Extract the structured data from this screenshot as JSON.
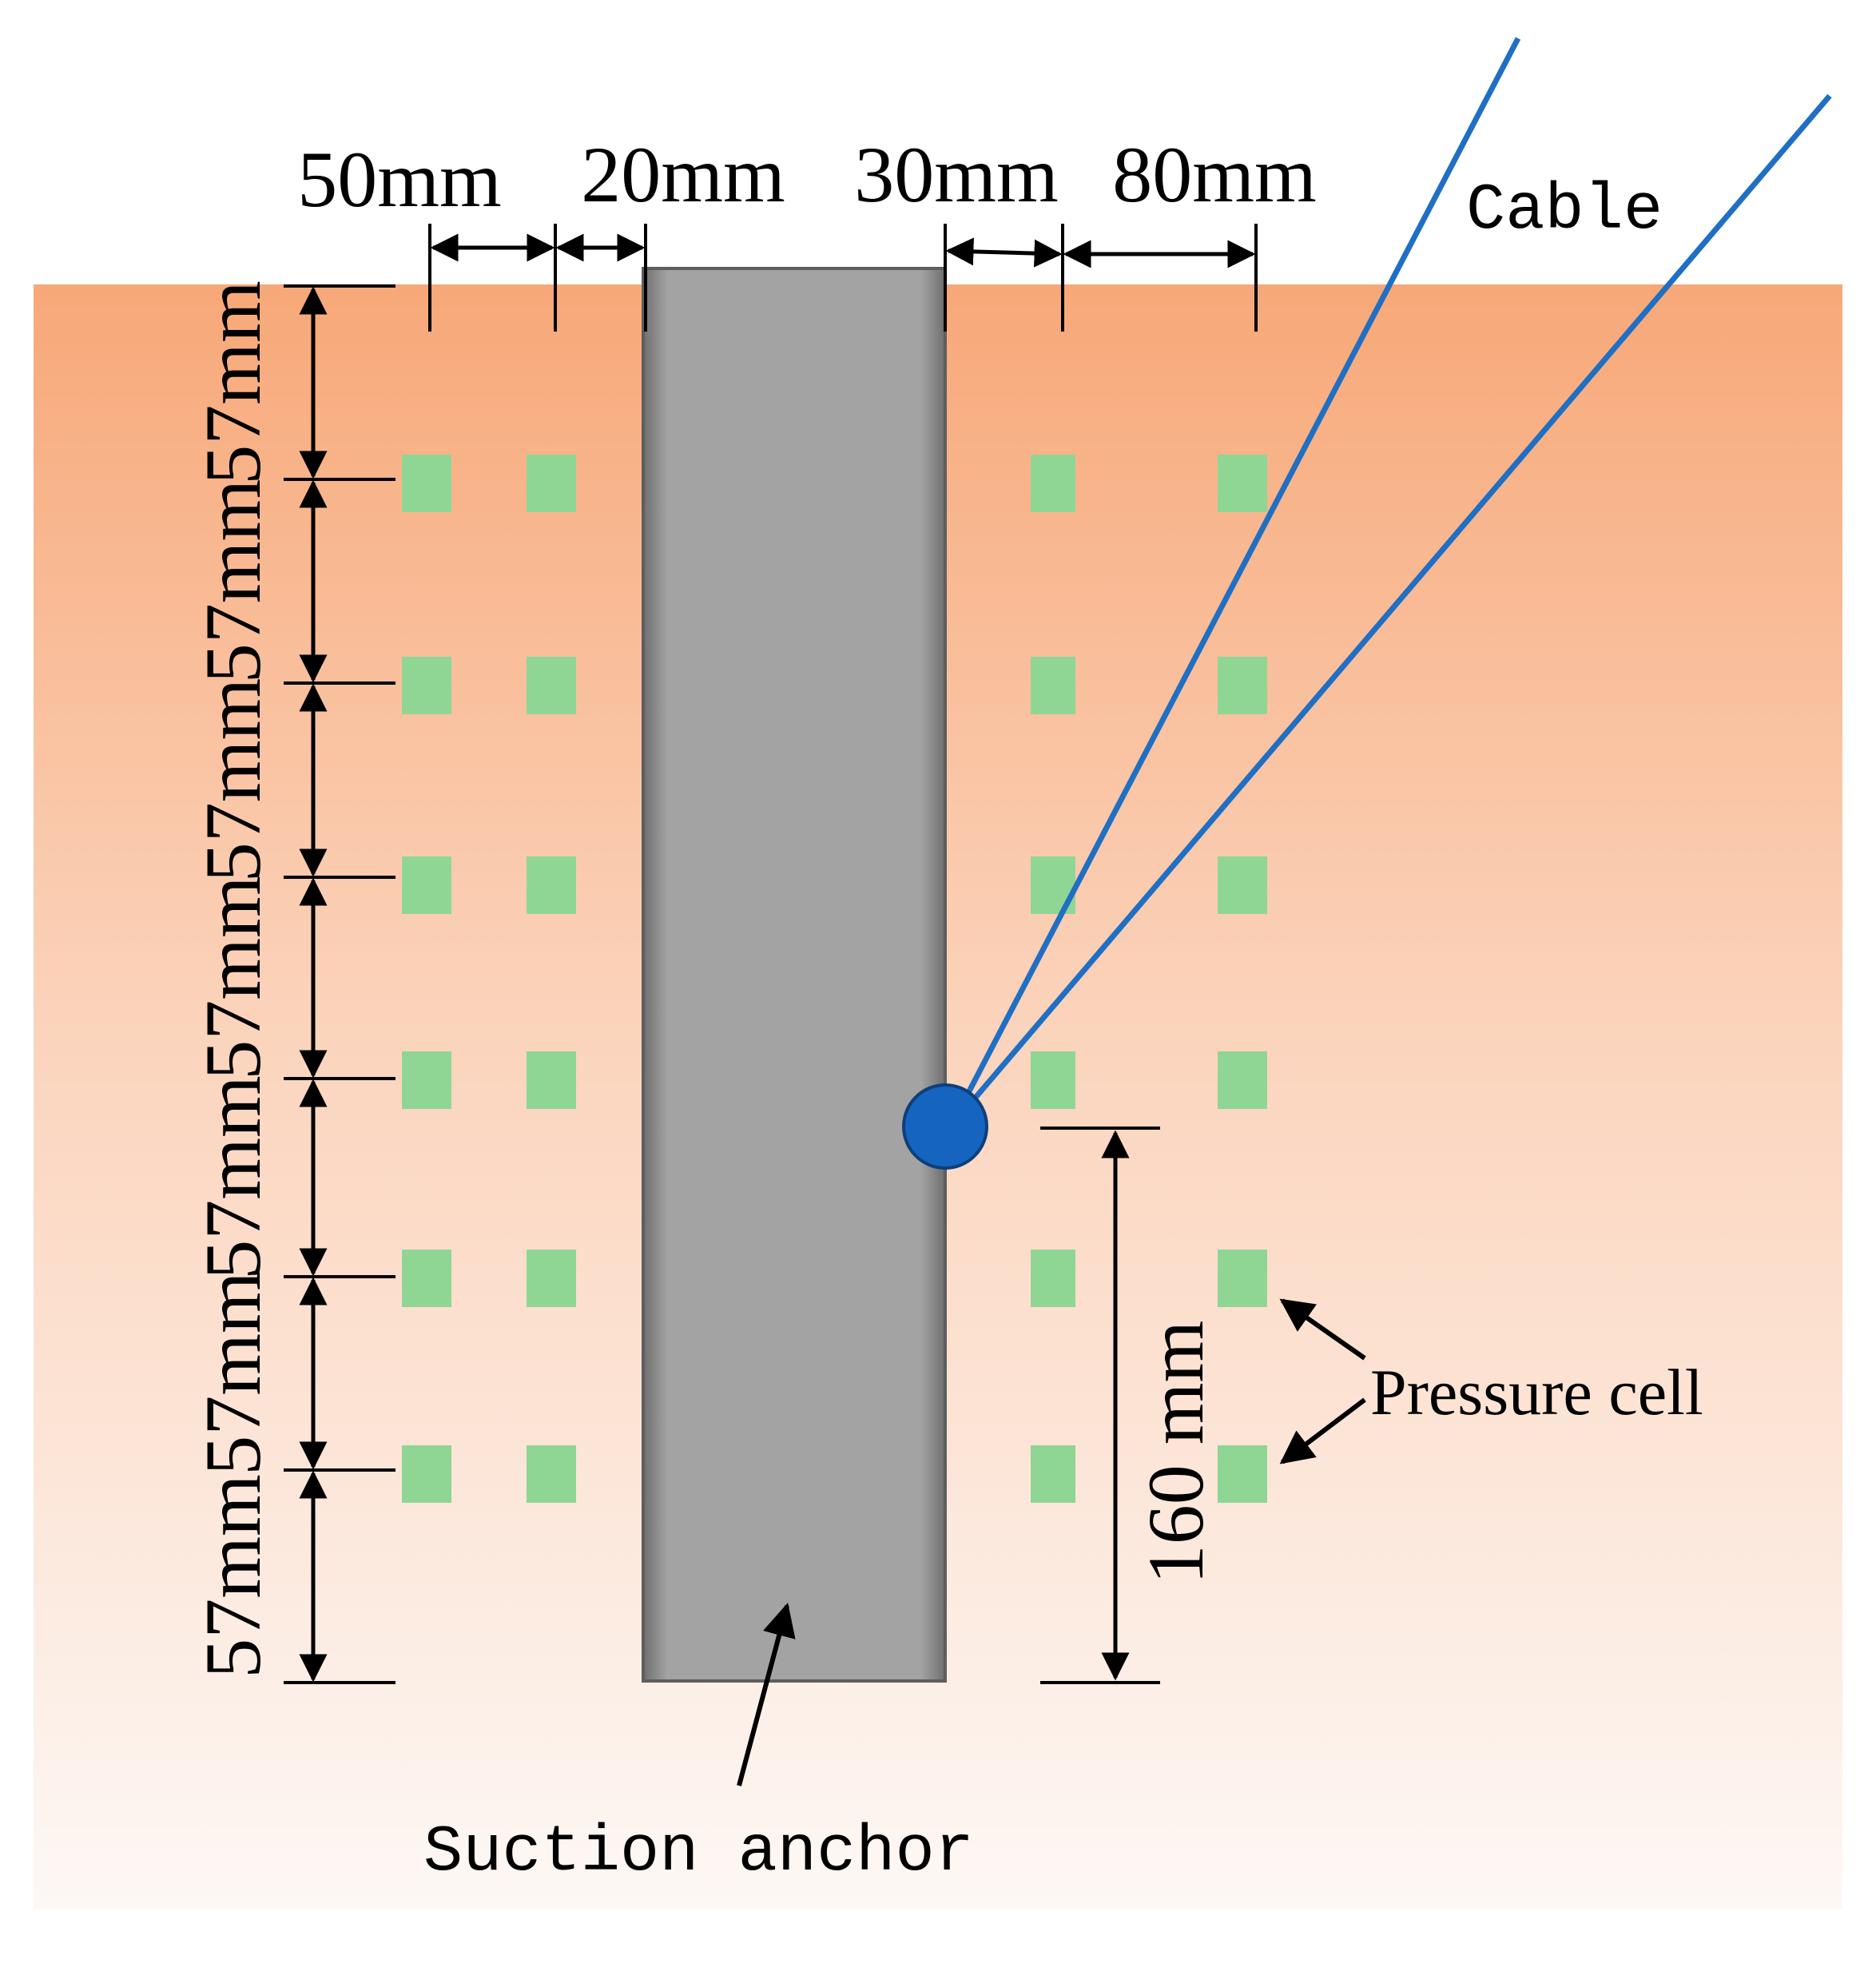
{
  "dimensions": {
    "top": [
      "50mm",
      "20mm",
      "30mm",
      "80mm"
    ],
    "left_spacing": [
      "57mm",
      "57mm",
      "57mm",
      "57mm",
      "57mm",
      "57mm",
      "57mm"
    ],
    "right_gap": "160 mm"
  },
  "labels": {
    "cable": "Cable",
    "pressure_cell": "Pressure cell",
    "suction_anchor": "Suction anchor"
  },
  "colors": {
    "soil_top": "#f7a878",
    "soil_bottom": "#fdf8f5",
    "anchor": "#a6a6a6",
    "anchor_edge": "#6b6b6b",
    "pressure_cell": "#8fd694",
    "cable": "#1f6fc4",
    "padeye": "#1565c0"
  },
  "icons": {
    "padeye": "circle",
    "pressure_cell": "square",
    "arrow": "arrowhead"
  }
}
